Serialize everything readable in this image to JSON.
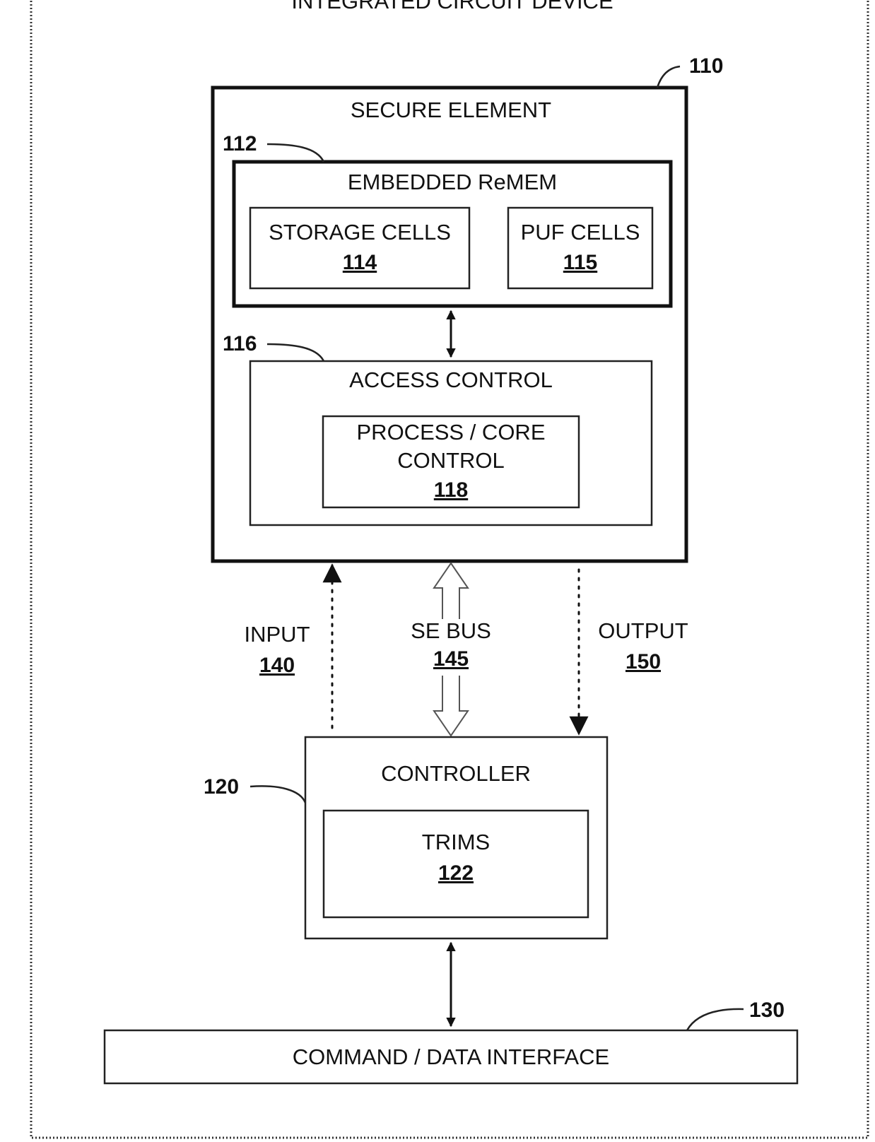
{
  "device_title": "INTEGRATED CIRCUIT DEVICE",
  "secure_element": {
    "label": "SECURE ELEMENT",
    "ref": "110"
  },
  "embedded_remem": {
    "label": "EMBEDDED ReMEM",
    "ref": "112"
  },
  "storage_cells": {
    "label": "STORAGE CELLS",
    "ref": "114"
  },
  "puf_cells": {
    "label": "PUF CELLS",
    "ref": "115"
  },
  "access_control": {
    "label": "ACCESS CONTROL",
    "ref": "116"
  },
  "process_core_control": {
    "label_line1": "PROCESS / CORE",
    "label_line2": "CONTROL",
    "ref": "118"
  },
  "input": {
    "label": "INPUT",
    "ref": "140"
  },
  "se_bus": {
    "label": "SE BUS",
    "ref": "145"
  },
  "output": {
    "label": "OUTPUT",
    "ref": "150"
  },
  "controller": {
    "label": "CONTROLLER",
    "ref": "120"
  },
  "trims": {
    "label": "TRIMS",
    "ref": "122"
  },
  "command_data_interface": {
    "label": "COMMAND / DATA INTERFACE",
    "ref": "130"
  }
}
